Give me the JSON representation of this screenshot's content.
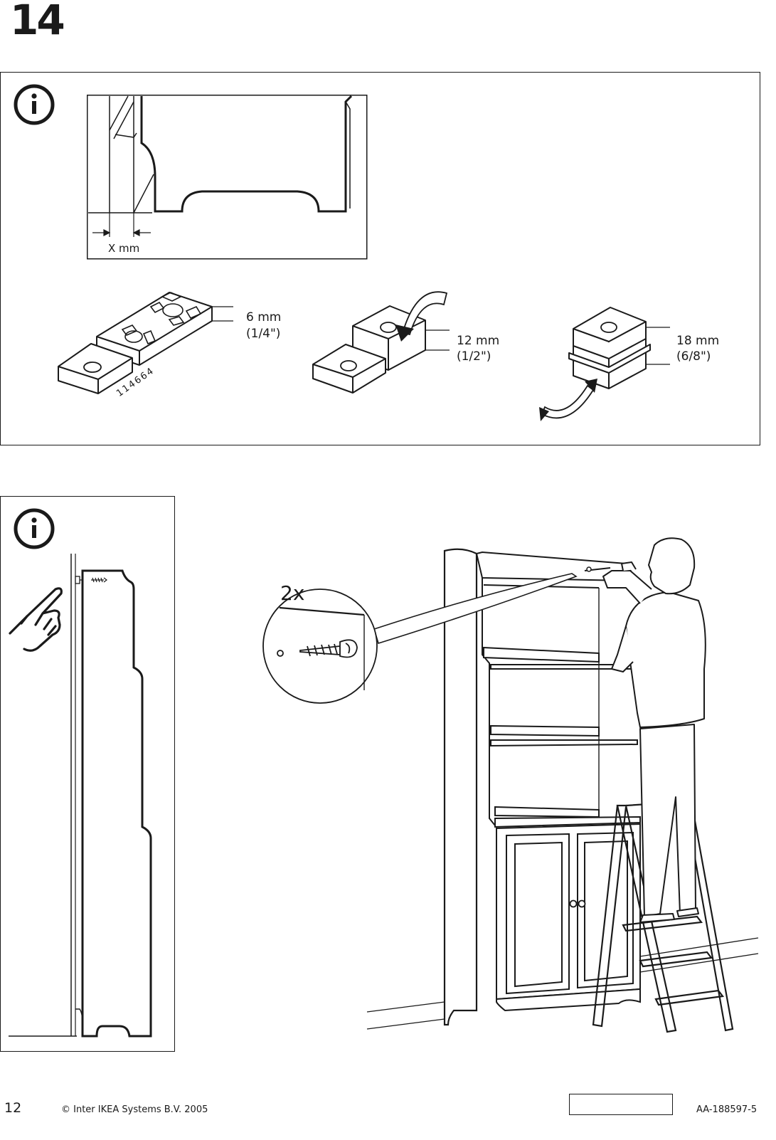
{
  "step": {
    "number": "14"
  },
  "spacer_panel": {
    "gap_label": "X mm",
    "part_number": "114664",
    "options": [
      {
        "metric": "6 mm",
        "imperial": "(1/4\")"
      },
      {
        "metric": "12 mm",
        "imperial": "(1/2\")"
      },
      {
        "metric": "18 mm",
        "imperial": "(6/8\")"
      }
    ]
  },
  "assembly": {
    "quantity": "2x"
  },
  "icons": [
    "info-icon",
    "hand-pointing-icon",
    "screw-icon",
    "rotate-arrow-icon"
  ],
  "footer": {
    "page_number": "12",
    "copyright": "© Inter IKEA Systems B.V. 2005",
    "document_code": "AA-188597-5"
  }
}
